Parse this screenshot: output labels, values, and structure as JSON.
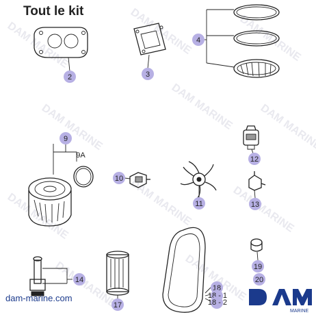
{
  "title": "Tout le kit",
  "website": "dam-marine.com",
  "watermark": "DAM MARINE",
  "logo": {
    "name": "DAM",
    "sub": "MARINE"
  },
  "callouts": {
    "c2": "2",
    "c3": "3",
    "c4": "4",
    "c9": "9",
    "c9a": "9A",
    "c10": "10",
    "c11": "11",
    "c12": "12",
    "c13": "13",
    "c14": "14",
    "c17": "17",
    "c18": "18",
    "c18_1": "18 - 1",
    "c18_2": "18 - 2",
    "c19": "19",
    "c20": "20"
  },
  "colors": {
    "callout_fill": "#b7b0e4",
    "brand_blue": "#1b3a8c",
    "ink": "#222222"
  }
}
